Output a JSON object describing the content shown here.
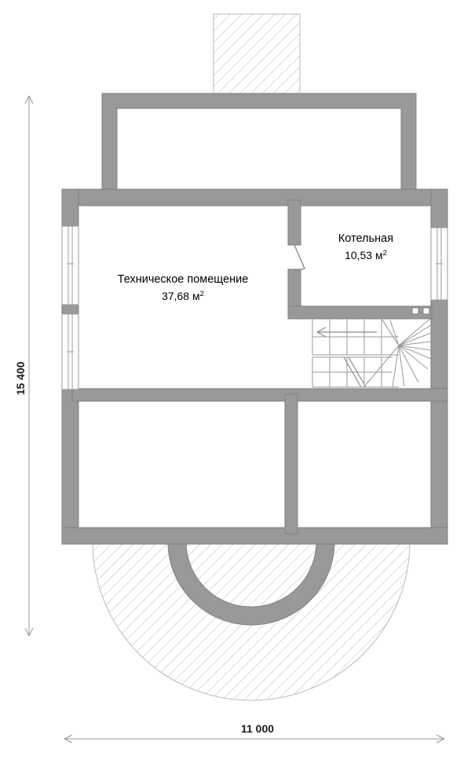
{
  "drawing": {
    "type": "floor-plan",
    "title": "",
    "units": "mm",
    "wall_color": "#999999",
    "wall_stroke": "#808080",
    "hatch_color": "#b4b4b4",
    "background": "#ffffff",
    "line_color": "#999999"
  },
  "rooms": [
    {
      "id": "technical-room",
      "name": "Техническое помещение",
      "area_value": "37,68",
      "area_unit": "м",
      "area_exponent": "2"
    },
    {
      "id": "boiler-room",
      "name": "Котельная",
      "area_value": "10,53",
      "area_unit": "м",
      "area_exponent": "2"
    }
  ],
  "dimensions": {
    "vertical": {
      "label": "15 400",
      "orientation": "vertical",
      "position": "left"
    },
    "horizontal": {
      "label": "11 000",
      "orientation": "horizontal",
      "position": "bottom"
    }
  },
  "features": {
    "stairs": {
      "name": "staircase",
      "direction_arrow": "left",
      "winder_steps": true,
      "straight_treads": 6
    },
    "doors": [
      {
        "name": "boiler-room-door",
        "type": "swing"
      }
    ],
    "windows": [
      {
        "name": "window-left-upper",
        "wall": "left"
      },
      {
        "name": "window-left-lower",
        "wall": "left"
      },
      {
        "name": "window-right-boiler",
        "wall": "right"
      }
    ],
    "terraces": [
      {
        "name": "top-terrace",
        "shape": "rectangle",
        "hatched": true
      },
      {
        "name": "bottom-terrace",
        "shape": "semicircle",
        "hatched": true
      }
    ],
    "markers": [
      {
        "name": "vent-marker-left"
      },
      {
        "name": "vent-marker-right"
      }
    ]
  }
}
